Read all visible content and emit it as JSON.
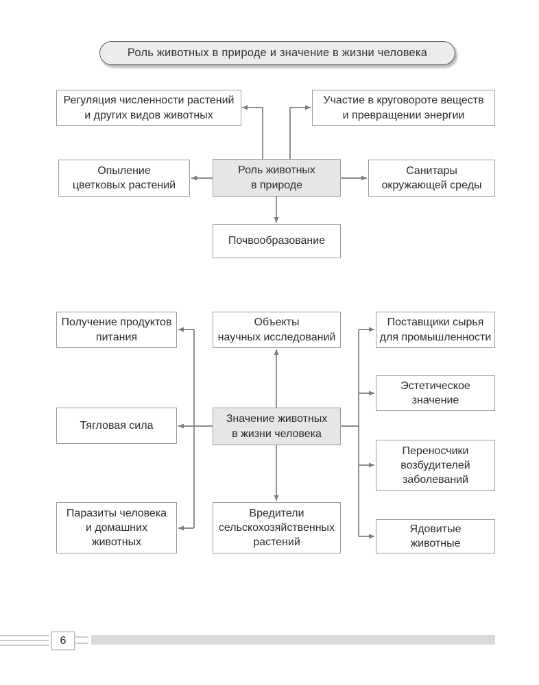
{
  "title": "Роль животных в природе и значение в жизни человека",
  "nature_diagram": {
    "center": "Роль животных\nв природе",
    "regulation": "Регуляция численности растений\nи других видов животных",
    "matter_cycle": "Участие в круговороте веществ\nи превращении энергии",
    "pollination": "Опыление\nцветковых растений",
    "sanitation": "Санитары\nокружающей среды",
    "soil_formation": "Почвообразование"
  },
  "human_diagram": {
    "center": "Значение животных\nв жизни человека",
    "food": "Получение продуктов\nпитания",
    "research_objects": "Объекты\nнаучных исследований",
    "raw_materials": "Поставщики сырья\nдля промышленности",
    "aesthetic": "Эстетическое\nзначение",
    "draft_power": "Тягловая сила",
    "disease_vectors": "Переносчики\nвозбудителей\nзаболеваний",
    "parasites": "Паразиты человека\nи домашних\nживотных",
    "crop_pests": "Вредители\nсельскохозяйственных\nрастений",
    "poisonous": "Ядовитые\nживотные"
  },
  "footer": {
    "page_number": "6"
  },
  "colors": {
    "box_fill_accent": "#e6e6e6",
    "pill_fill": "#ececec",
    "connector": "#7d7d7d",
    "footer_bar": "#d9d9d9",
    "footer_line": "#cccccc"
  }
}
